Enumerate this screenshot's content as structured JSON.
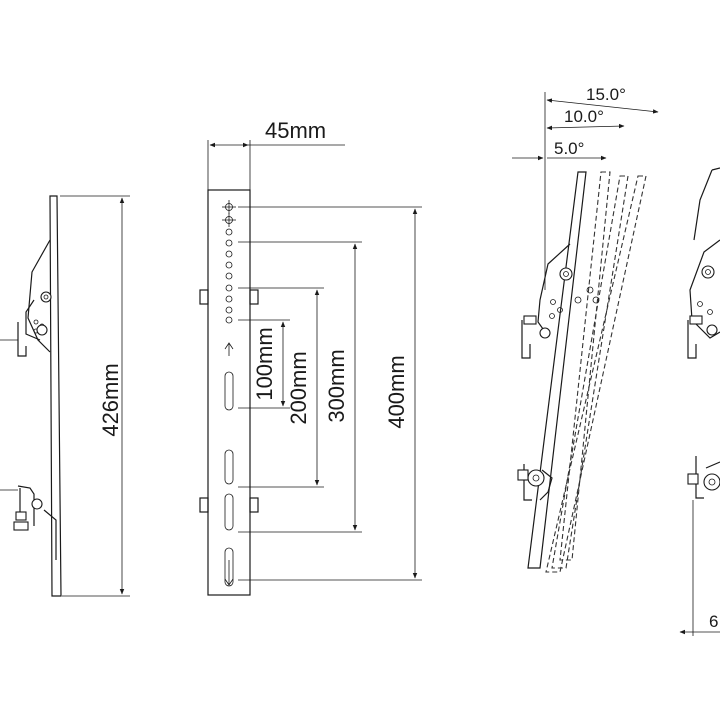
{
  "dimensions": {
    "overall_height": "426mm",
    "bracket_width": "45mm",
    "spacing_100": "100mm",
    "spacing_200": "200mm",
    "spacing_300": "300mm",
    "spacing_400": "400mm",
    "depth_partial": "6"
  },
  "tilt_angles": {
    "angle_1": "5.0°",
    "angle_2": "10.0°",
    "angle_3": "15.0°"
  }
}
